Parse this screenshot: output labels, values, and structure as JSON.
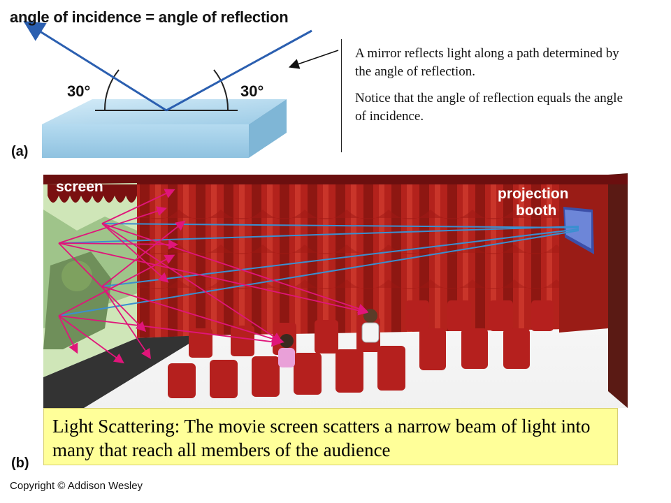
{
  "panel_a": {
    "heading": "angle of incidence = angle of reflection",
    "angle_left": "30°",
    "angle_right": "30°",
    "label": "(a)"
  },
  "annotation": {
    "line1": "A mirror reflects light along a path determined  by the angle of reflection.",
    "line2": "Notice that the angle of reflection equals the angle of incidence."
  },
  "panel_b": {
    "screen_label": "screen",
    "booth_label_1": "projection",
    "booth_label_2": "booth",
    "label": "(b)"
  },
  "caption": "Light Scattering: The movie screen scatters a narrow beam of light into many that reach all members of the audience",
  "copyright": "Copyright © Addison Wesley",
  "colors": {
    "incident_ray": "#2b5fb0",
    "projector_ray": "#3a8fd0",
    "scatter_ray": "#e0157a",
    "curtain": "#b5201e",
    "curtain_dark": "#7a0e0e",
    "caption_bg": "#ffff99",
    "mirror": "#a9d4ec"
  }
}
